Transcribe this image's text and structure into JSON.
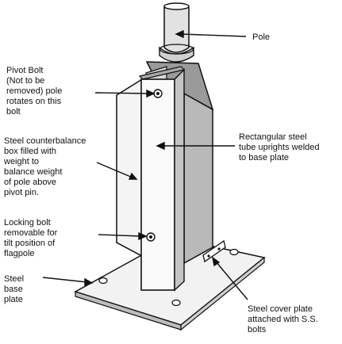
{
  "labels": {
    "pole": [
      "Pole"
    ],
    "pivot_bolt": [
      "Pivot Bolt",
      "(Not to be",
      "removed) pole",
      "rotates on this",
      "bolt"
    ],
    "counterbalance_box": [
      "Steel counterbalance",
      "box filled with",
      "weight to",
      "balance weight",
      "of pole above",
      "pivot pin."
    ],
    "uprights": [
      "Rectangular steel",
      "tube uprights welded",
      "to base plate"
    ],
    "locking_bolt": [
      "Locking bolt",
      "removable for",
      "tilt position of",
      "flagpole"
    ],
    "base_plate": [
      "Steel",
      "base",
      "plate"
    ],
    "cover_plate": [
      "Steel cover plate",
      "attached with S.S.",
      "bolts"
    ]
  },
  "colors": {
    "line": "#111111",
    "background": "#ffffff",
    "shade": "#c8c8c8",
    "light_face": "#ededed"
  }
}
